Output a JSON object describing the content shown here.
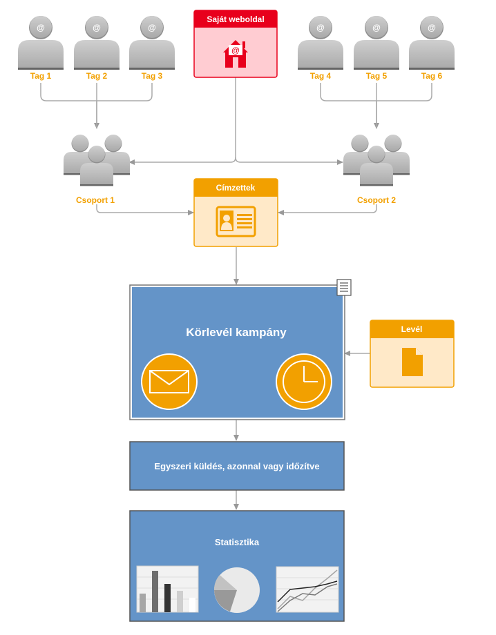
{
  "members": [
    {
      "label": "Tag 1"
    },
    {
      "label": "Tag 2"
    },
    {
      "label": "Tag 3"
    },
    {
      "label": "Tag 4"
    },
    {
      "label": "Tag 5"
    },
    {
      "label": "Tag 6"
    }
  ],
  "member_icon_text": "@",
  "website": {
    "title": "Saját weboldal",
    "icon_text": "@"
  },
  "groups": [
    {
      "label": "Csoport 1"
    },
    {
      "label": "Csoport 2"
    }
  ],
  "recipients": {
    "title": "Címzettek"
  },
  "campaign": {
    "title": "Körlevél kampány"
  },
  "letter": {
    "title": "Levél"
  },
  "sending": {
    "text": "Egyszeri küldés, azonnal vagy időzítve"
  },
  "statistics": {
    "title": "Statisztika"
  },
  "colors": {
    "orange": "#F2A000",
    "orange_light": "#FFE9C8",
    "red": "#E8001C",
    "red_light": "#FFCCD2",
    "blue": "#6494C8",
    "gray": "#aaaaaa"
  }
}
